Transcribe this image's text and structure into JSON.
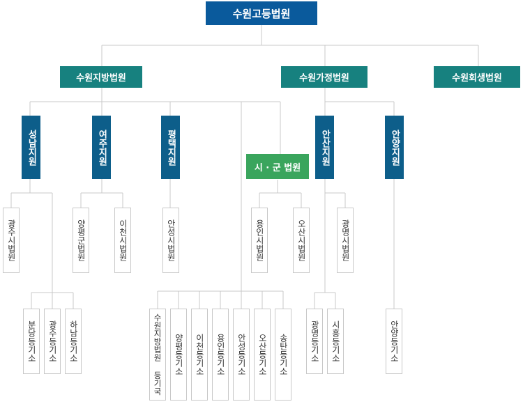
{
  "colors": {
    "top": "#0a5a9c",
    "level1": "#17817f",
    "branch": "#0d5e8a",
    "group": "#3aa55d",
    "line": "#c8c8c8"
  },
  "nodes": {
    "high_court": "수원고등법원",
    "district_court": "수원지방법원",
    "family_court": "수원가정법원",
    "bankruptcy_court": "수원회생법원",
    "seongnam": "성남지원",
    "yeoju": "여주지원",
    "pyeongtaek": "평택지원",
    "ansan": "안산지원",
    "anyang": "안양지원",
    "city_county_courts": "시 · 군 법원",
    "gwangju_city_court": "광주시법원",
    "yangpyeong_court": "양평군법원",
    "icheon_city_court": "이천시법원",
    "anseong_city_court": "안성시법원",
    "yongin_city_court": "용인시법원",
    "osan_city_court": "오산시법원",
    "gwangmyeong_city_court": "광명시법원",
    "bundang_registry": "분당등기소",
    "gwangju_registry": "광주등기소",
    "hanam_registry": "하남등기소",
    "suwon_registry_bureau": "수원지방법원 등기국",
    "yangpyeong_registry": "양평등기소",
    "icheon_registry": "이천등기소",
    "yongin_registry": "용인등기소",
    "anseong_registry": "안성등기소",
    "osan_registry": "오산등기소",
    "songtan_registry": "송탄등기소",
    "gwangmyeong_registry": "광명등기소",
    "siheung_registry": "시흥등기소",
    "anyang_registry": "안양등기소"
  }
}
